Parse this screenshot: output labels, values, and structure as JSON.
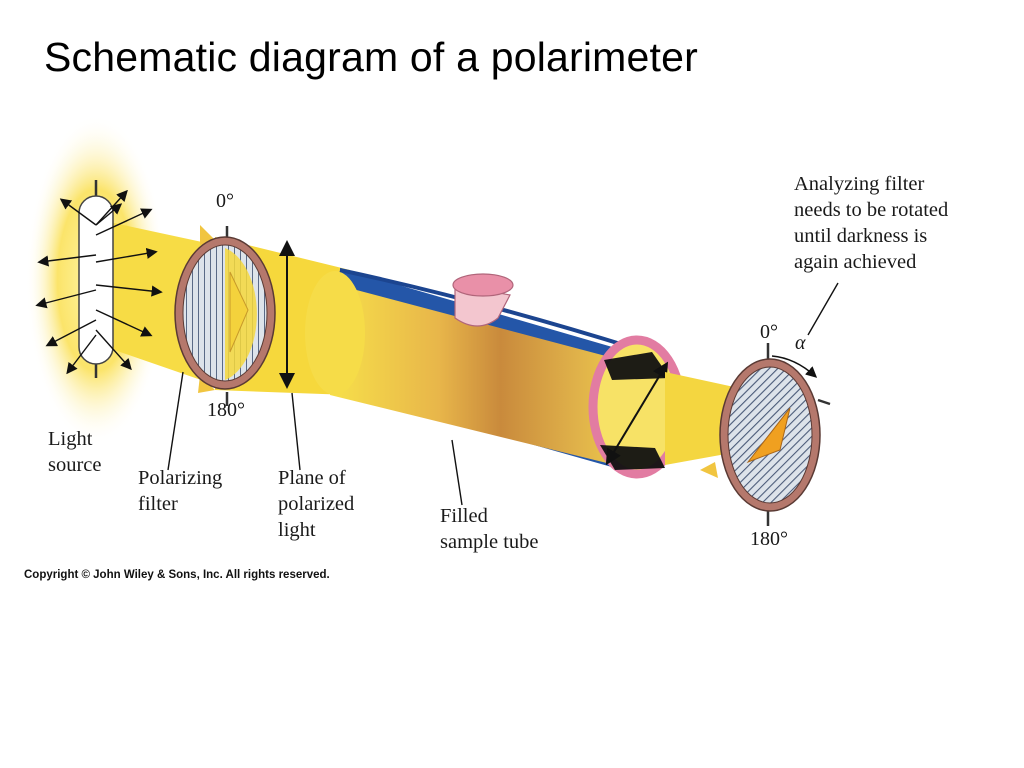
{
  "title": "Schematic diagram of a polarimeter",
  "labels": {
    "light_source": [
      "Light",
      "source"
    ],
    "polarizing_filter": [
      "Polarizing",
      "filter"
    ],
    "plane_of_polarized_light": [
      "Plane of",
      "polarized",
      "light"
    ],
    "filled_sample_tube": [
      "Filled",
      "sample tube"
    ],
    "analyzing_filter": [
      "Analyzing filter",
      "needs to be rotated",
      "until darkness is",
      "again achieved"
    ]
  },
  "degrees": {
    "polarizer_top": "0°",
    "polarizer_bottom": "180°",
    "analyzer_top": "0°",
    "analyzer_bottom": "180°",
    "alpha": "α"
  },
  "copyright": "Copyright © John Wiley & Sons, Inc. All rights reserved.",
  "colors": {
    "beam": "#f5d63a",
    "tube": "#2456a8",
    "filter_rim": "#b3766a",
    "glow": "#fff3a0",
    "arrow_in_analyzer": "#f0a020"
  }
}
